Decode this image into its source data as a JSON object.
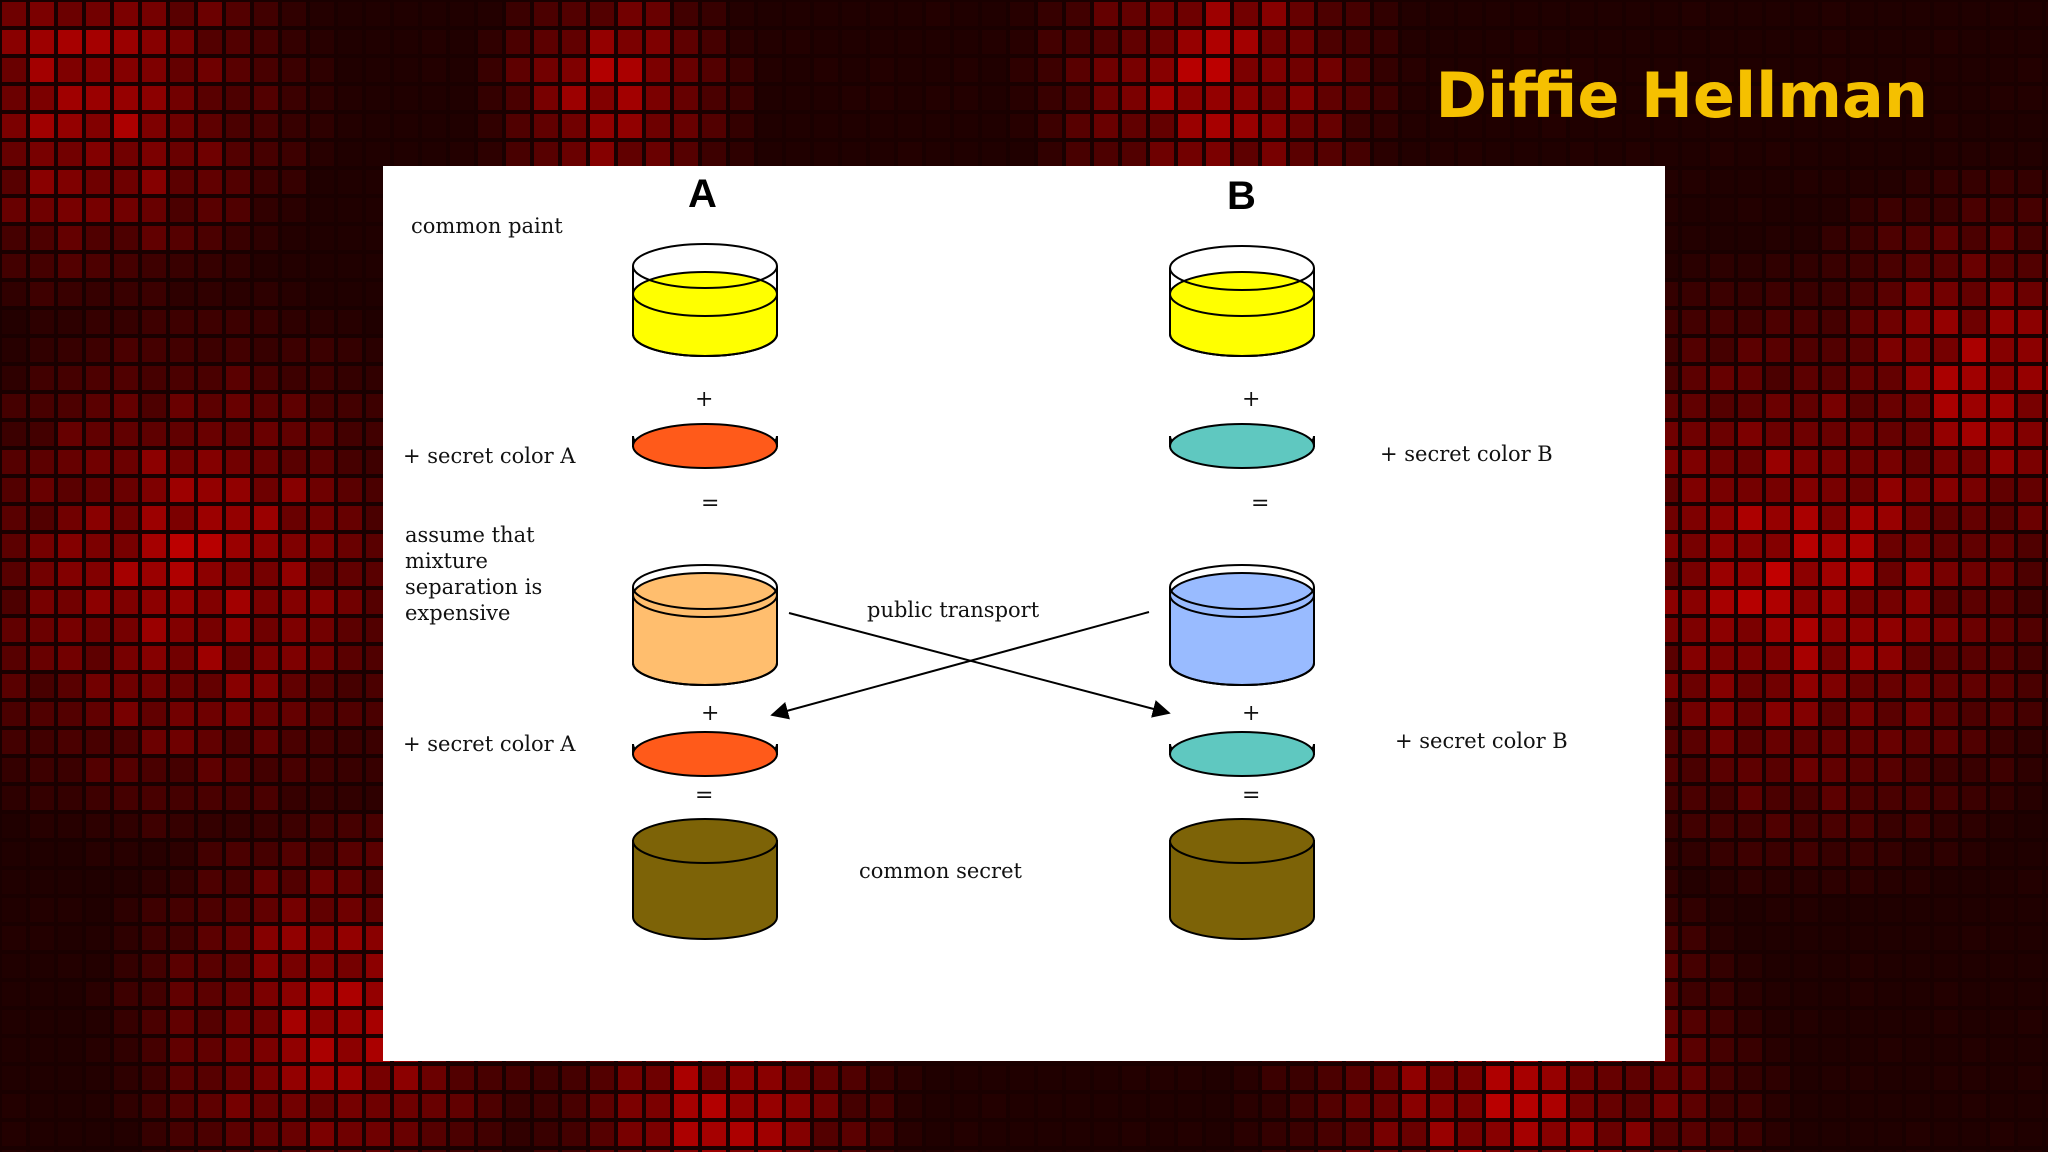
{
  "title": "Diffie Hellman",
  "colors": {
    "title": "#f5c000",
    "background_dark": "#1a0000",
    "background_red": "#d40000",
    "common_paint": "#ffff00",
    "secret_a": "#ff5a1a",
    "secret_b": "#5fc8c0",
    "public_a": "#ffbe6e",
    "public_b": "#99bbff",
    "common_secret": "#7d6307"
  },
  "diagram": {
    "party_a": "A",
    "party_b": "B",
    "common_paint_label": "common paint",
    "secret_a_label": "+ secret color  A",
    "secret_b_label": "+ secret color B",
    "assumption_label": "assume that mixture separation is expensive",
    "public_transport_label": "public transport",
    "common_secret_label": "common secret",
    "plus": "+",
    "equals": "="
  }
}
